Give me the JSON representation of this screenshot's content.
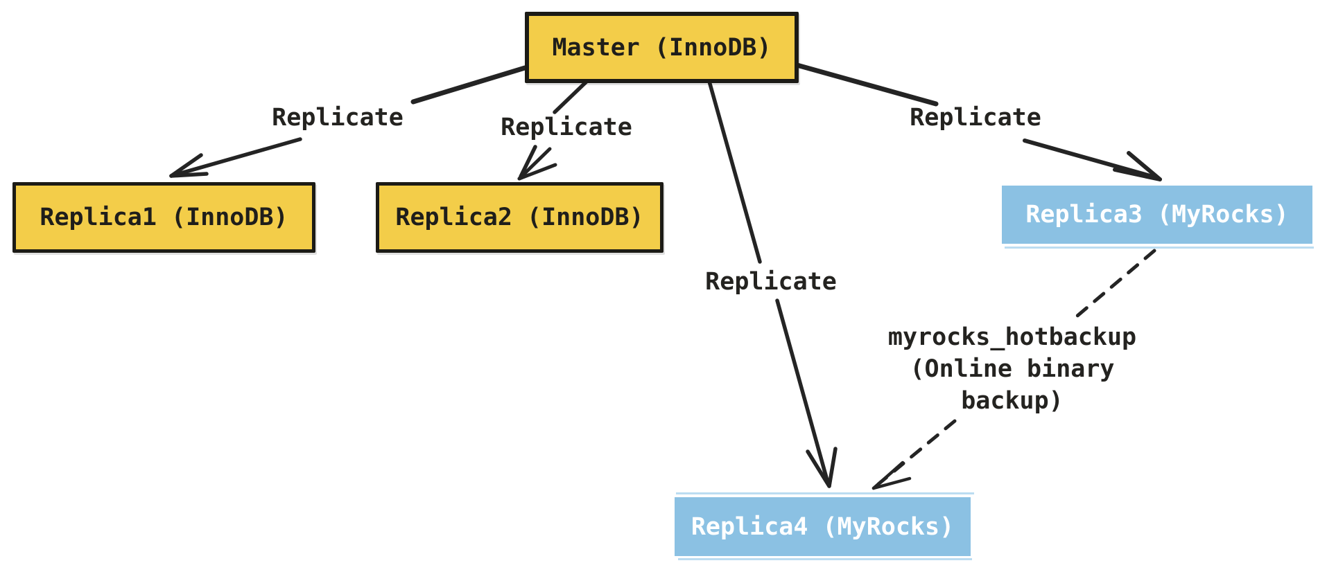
{
  "canvas": {
    "background": "#ffffff"
  },
  "palette": {
    "yellow_node_fill": "#F3CD49",
    "yellow_node_border": "#1C1B16",
    "blue_node_fill": "#8BC1E3",
    "blue_node_accent": "#BBDCF1",
    "arrow_stroke": "#242424",
    "label_text_dark": "#242320",
    "node_text_dark": "#1F1E1B",
    "node_text_light": "#FFFFFF"
  },
  "diagram": {
    "nodes": [
      {
        "id": "master",
        "label": "Master (InnoDB)",
        "color": "yellow"
      },
      {
        "id": "replica1",
        "label": "Replica1 (InnoDB)",
        "color": "yellow"
      },
      {
        "id": "replica2",
        "label": "Replica2 (InnoDB)",
        "color": "yellow"
      },
      {
        "id": "replica3",
        "label": "Replica3 (MyRocks)",
        "color": "blue"
      },
      {
        "id": "replica4",
        "label": "Replica4 (MyRocks)",
        "color": "blue"
      }
    ],
    "edges": [
      {
        "from": "master",
        "to": "replica1",
        "label": "Replicate",
        "style": "solid"
      },
      {
        "from": "master",
        "to": "replica2",
        "label": "Replicate",
        "style": "solid"
      },
      {
        "from": "master",
        "to": "replica3",
        "label": "Replicate",
        "style": "solid"
      },
      {
        "from": "master",
        "to": "replica4",
        "label": "Replicate",
        "style": "solid"
      },
      {
        "from": "replica3",
        "to": "replica4",
        "label": "myrocks_hotbackup (Online binary backup)",
        "style": "dashed"
      }
    ],
    "backup_label_lines": [
      "myrocks_hotbackup",
      "(Online binary",
      "backup)"
    ]
  }
}
